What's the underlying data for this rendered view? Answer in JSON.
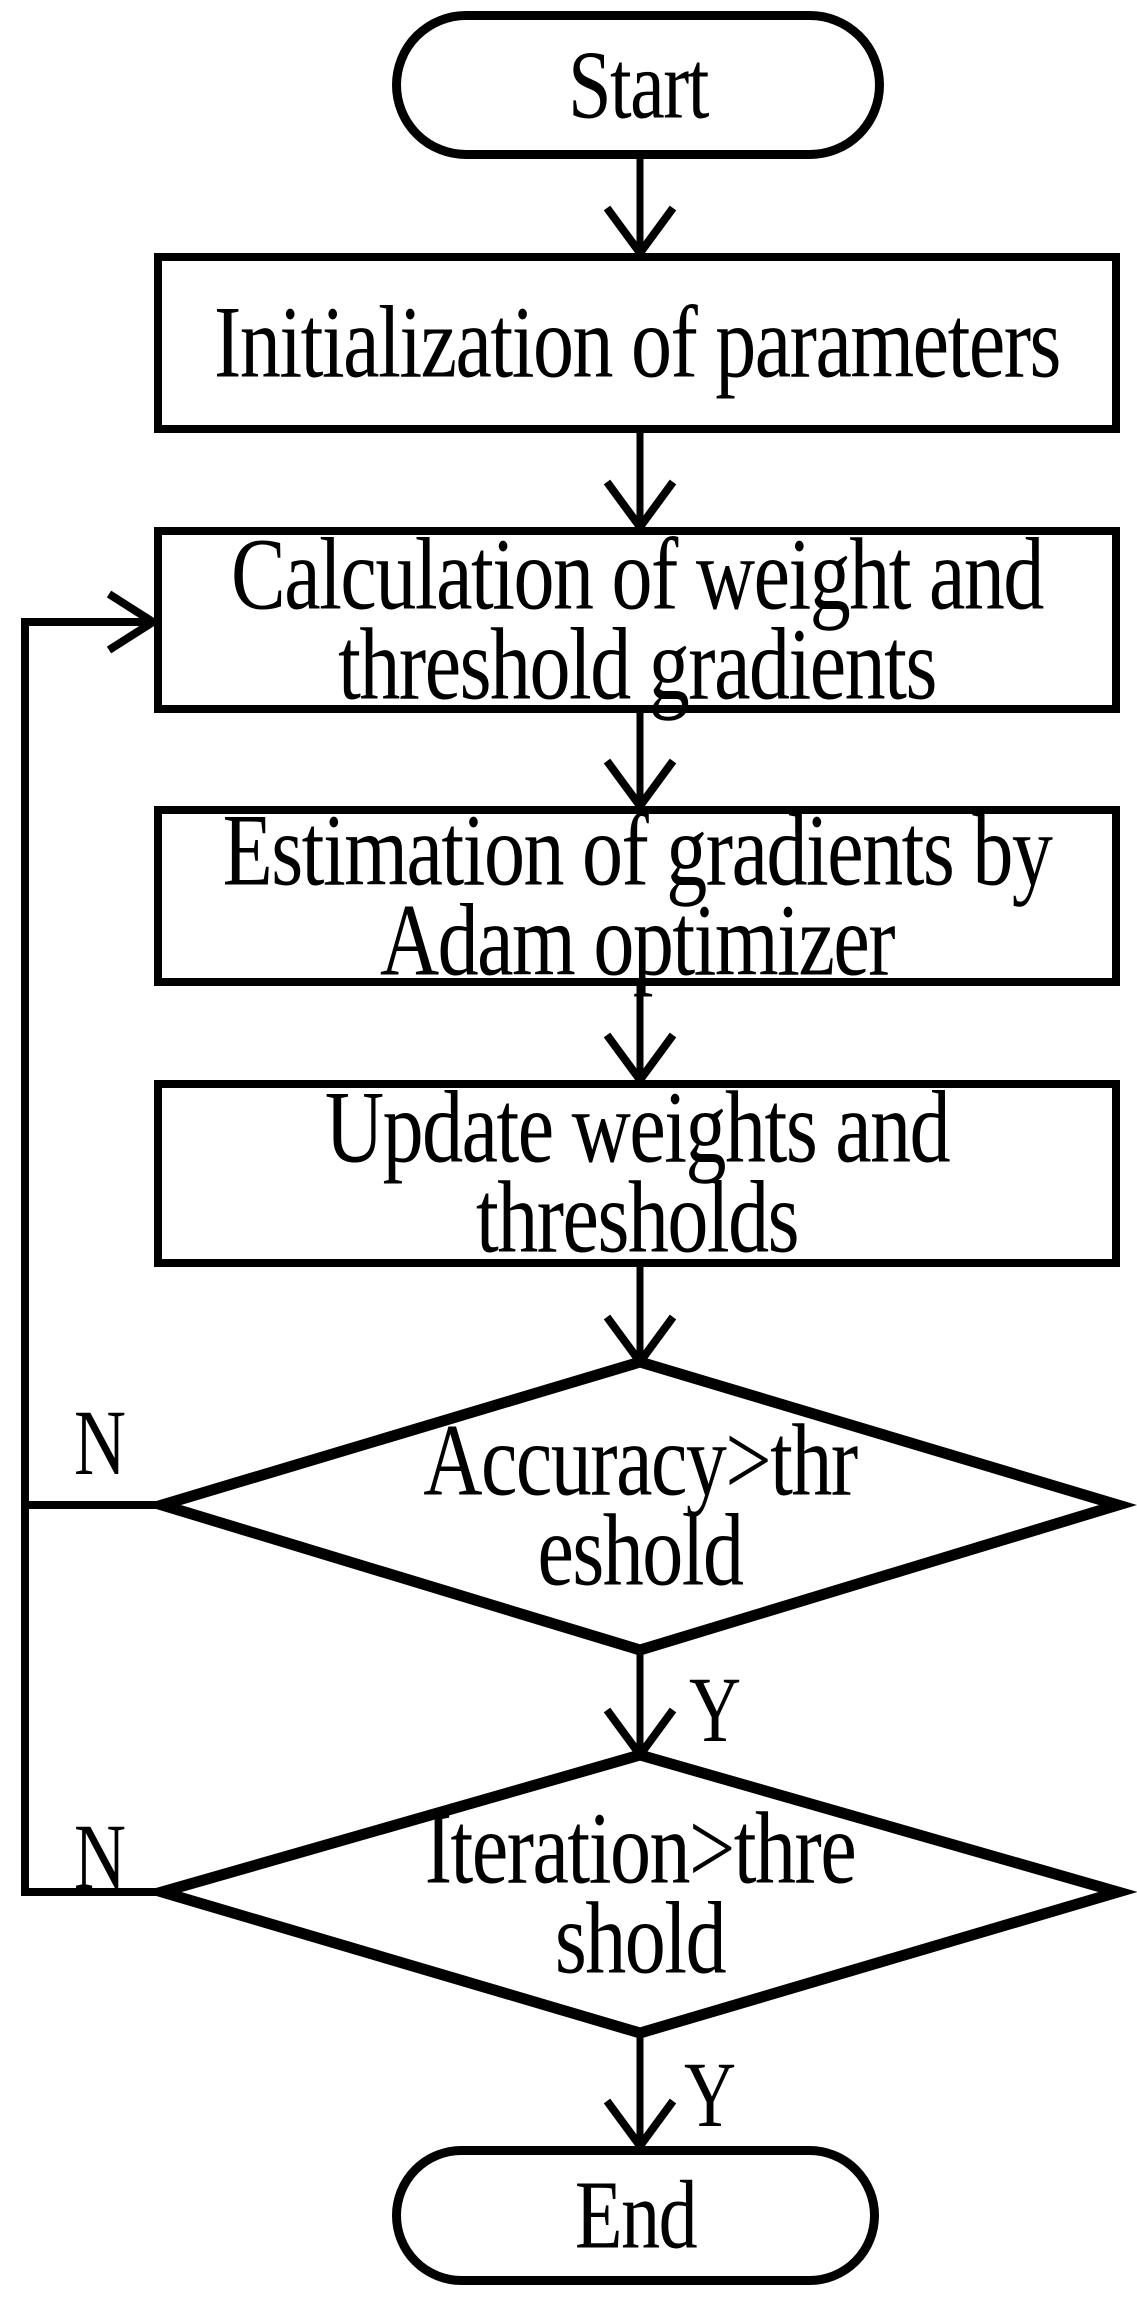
{
  "page": {
    "background_color": "#ffffff",
    "stroke_color": "#000000"
  },
  "flowchart": {
    "nodes": [
      {
        "id": "start",
        "type": "terminator",
        "label": "Start"
      },
      {
        "id": "init",
        "type": "process",
        "label": "Initialization of parameters"
      },
      {
        "id": "calc",
        "type": "process",
        "label": "Calculation of weight and\nthreshold gradients"
      },
      {
        "id": "estimate",
        "type": "process",
        "label": "Estimation of gradients by\nAdam optimizer"
      },
      {
        "id": "update",
        "type": "process",
        "label": "Update weights and\nthresholds"
      },
      {
        "id": "accuracy",
        "type": "decision",
        "label": "Accuracy>thr\neshold"
      },
      {
        "id": "iteration",
        "type": "decision",
        "label": "Iteration>thre\nshold"
      },
      {
        "id": "end",
        "type": "terminator",
        "label": "End"
      }
    ],
    "branches": {
      "accuracy_no": "N",
      "accuracy_yes": "Y",
      "iteration_no": "N",
      "iteration_yes": "Y"
    }
  }
}
